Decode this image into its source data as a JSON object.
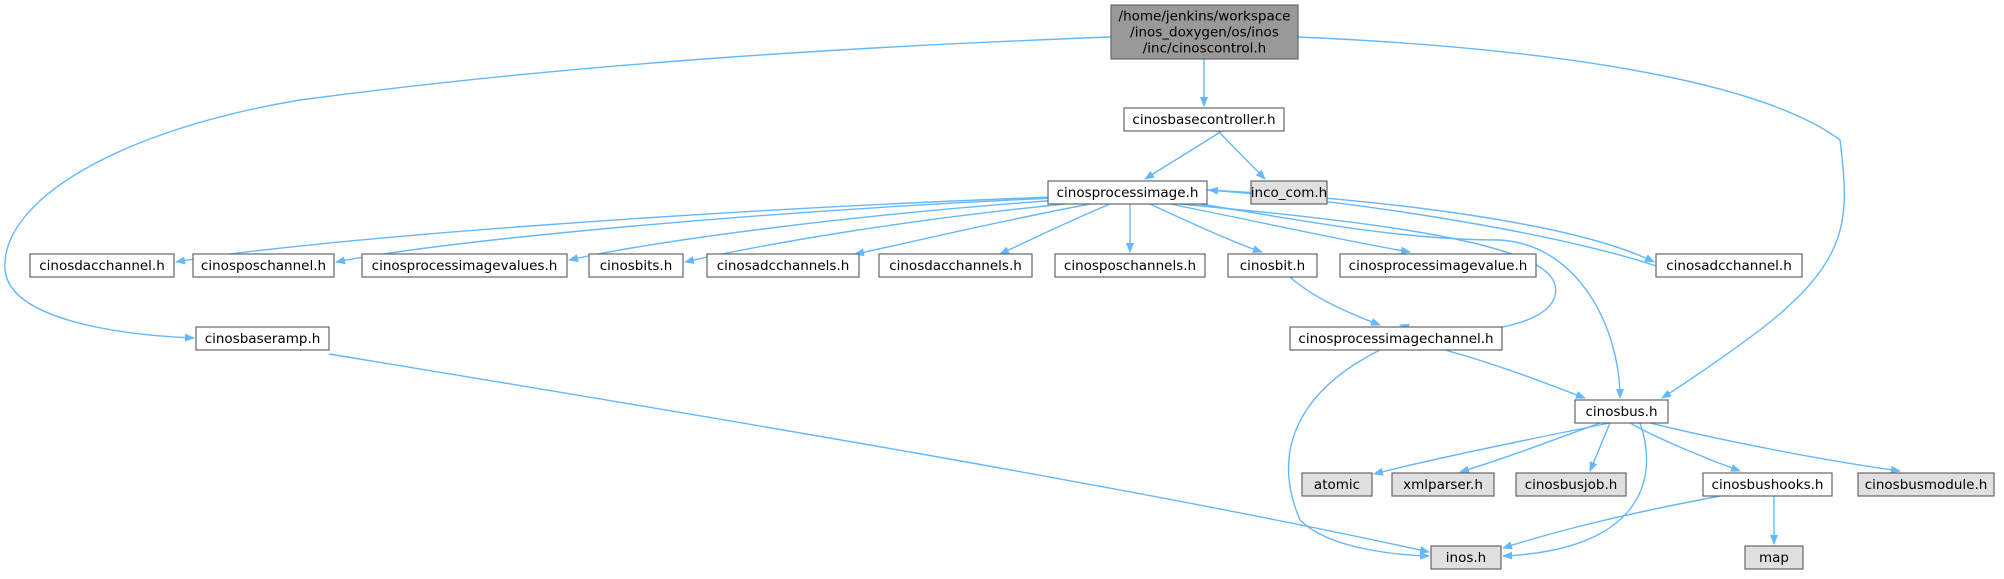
{
  "colors": {
    "edge": "#63b8ff",
    "root_fill": "#999999",
    "documented_fill": "#ffffff",
    "undocumented_fill": "#e0e0e0",
    "border": "#666666",
    "text": "#000000"
  },
  "nodes": [
    {
      "id": "root",
      "lines": [
        "/home/jenkins/workspace",
        "/inos_doxygen/os/inos",
        "/inc/cinoscontrol.h"
      ],
      "kind": "root"
    },
    {
      "id": "cinosbasecontroller",
      "lines": [
        "cinosbasecontroller.h"
      ],
      "kind": "documented"
    },
    {
      "id": "cinosprocessimage",
      "lines": [
        "cinosprocessimage.h"
      ],
      "kind": "documented"
    },
    {
      "id": "inco_com",
      "lines": [
        "inco_com.h"
      ],
      "kind": "undocumented"
    },
    {
      "id": "cinosdacchannel",
      "lines": [
        "cinosdacchannel.h"
      ],
      "kind": "documented"
    },
    {
      "id": "cinosposchannel",
      "lines": [
        "cinosposchannel.h"
      ],
      "kind": "documented"
    },
    {
      "id": "cinosprocessimagevalues",
      "lines": [
        "cinosprocessimagevalues.h"
      ],
      "kind": "documented"
    },
    {
      "id": "cinosbits",
      "lines": [
        "cinosbits.h"
      ],
      "kind": "documented"
    },
    {
      "id": "cinosadcchannels",
      "lines": [
        "cinosadcchannels.h"
      ],
      "kind": "documented"
    },
    {
      "id": "cinosdacchannels",
      "lines": [
        "cinosdacchannels.h"
      ],
      "kind": "documented"
    },
    {
      "id": "cinosposchannels",
      "lines": [
        "cinosposchannels.h"
      ],
      "kind": "documented"
    },
    {
      "id": "cinosbit",
      "lines": [
        "cinosbit.h"
      ],
      "kind": "documented"
    },
    {
      "id": "cinosprocessimagevalue",
      "lines": [
        "cinosprocessimagevalue.h"
      ],
      "kind": "documented"
    },
    {
      "id": "cinosadcchannel",
      "lines": [
        "cinosadcchannel.h"
      ],
      "kind": "documented"
    },
    {
      "id": "cinosbaseramp",
      "lines": [
        "cinosbaseramp.h"
      ],
      "kind": "documented"
    },
    {
      "id": "cinosprocessimagechannel",
      "lines": [
        "cinosprocessimagechannel.h"
      ],
      "kind": "documented"
    },
    {
      "id": "cinosbus",
      "lines": [
        "cinosbus.h"
      ],
      "kind": "documented"
    },
    {
      "id": "atomic",
      "lines": [
        "atomic"
      ],
      "kind": "undocumented"
    },
    {
      "id": "xmlparser",
      "lines": [
        "xmlparser.h"
      ],
      "kind": "undocumented"
    },
    {
      "id": "cinosbusjob",
      "lines": [
        "cinosbusjob.h"
      ],
      "kind": "undocumented"
    },
    {
      "id": "cinosbushooks",
      "lines": [
        "cinosbushooks.h"
      ],
      "kind": "documented"
    },
    {
      "id": "cinosbusmodule",
      "lines": [
        "cinosbusmodule.h"
      ],
      "kind": "undocumented"
    },
    {
      "id": "inos",
      "lines": [
        "inos.h"
      ],
      "kind": "undocumented"
    },
    {
      "id": "map",
      "lines": [
        "map"
      ],
      "kind": "undocumented"
    }
  ],
  "edges": [
    {
      "from": "root",
      "to": "cinosbasecontroller"
    },
    {
      "from": "root",
      "to": "cinosbaseramp"
    },
    {
      "from": "root",
      "to": "cinosbus"
    },
    {
      "from": "cinosbasecontroller",
      "to": "cinosprocessimage"
    },
    {
      "from": "cinosbasecontroller",
      "to": "inco_com"
    },
    {
      "from": "cinosprocessimage",
      "to": "cinosdacchannel"
    },
    {
      "from": "cinosprocessimage",
      "to": "cinosposchannel"
    },
    {
      "from": "cinosprocessimage",
      "to": "cinosprocessimagevalues"
    },
    {
      "from": "cinosprocessimage",
      "to": "cinosbits"
    },
    {
      "from": "cinosprocessimage",
      "to": "cinosadcchannels"
    },
    {
      "from": "cinosprocessimage",
      "to": "cinosdacchannels"
    },
    {
      "from": "cinosprocessimage",
      "to": "cinosposchannels"
    },
    {
      "from": "cinosprocessimage",
      "to": "cinosbit"
    },
    {
      "from": "cinosprocessimage",
      "to": "cinosprocessimagevalue"
    },
    {
      "from": "cinosprocessimage",
      "to": "cinosadcchannel"
    },
    {
      "from": "cinosadcchannel",
      "to": "cinosprocessimage"
    },
    {
      "from": "cinosprocessimage",
      "to": "cinosprocessimagechannel"
    },
    {
      "from": "cinosprocessimage",
      "to": "cinosbus"
    },
    {
      "from": "cinosbit",
      "to": "cinosprocessimagechannel"
    },
    {
      "from": "cinosbaseramp",
      "to": "inos"
    },
    {
      "from": "cinosprocessimagechannel",
      "to": "cinosbus"
    },
    {
      "from": "cinosprocessimagechannel",
      "to": "inos"
    },
    {
      "from": "cinosbus",
      "to": "atomic"
    },
    {
      "from": "cinosbus",
      "to": "xmlparser"
    },
    {
      "from": "cinosbus",
      "to": "cinosbusjob"
    },
    {
      "from": "cinosbus",
      "to": "cinosbushooks"
    },
    {
      "from": "cinosbus",
      "to": "cinosbusmodule"
    },
    {
      "from": "cinosbus",
      "to": "inos"
    },
    {
      "from": "cinosbushooks",
      "to": "inos"
    },
    {
      "from": "cinosbushooks",
      "to": "map"
    }
  ]
}
